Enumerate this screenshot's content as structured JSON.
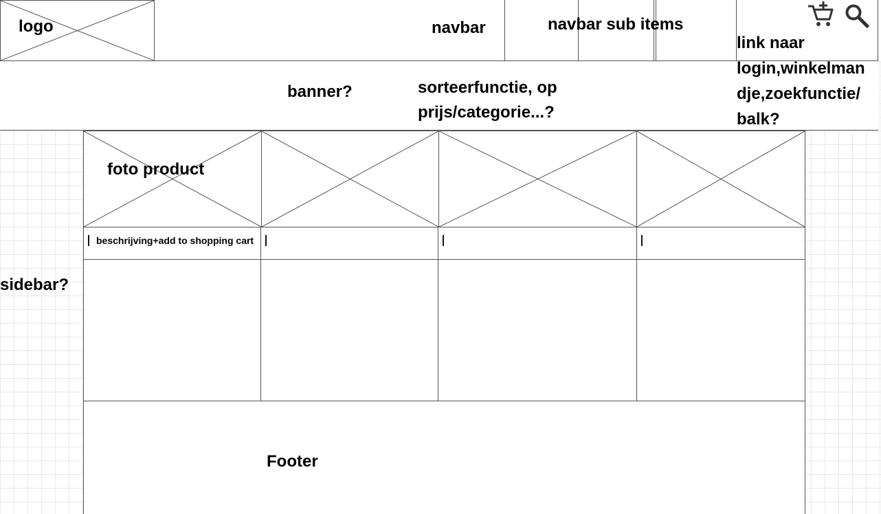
{
  "labels": {
    "logo": "logo",
    "navbar": "navbar",
    "navbar_sub_items": "navbar sub items",
    "links_note": [
      "link naar",
      "login,winkelman",
      "dje,zoekfunctie/",
      "balk?"
    ],
    "banner": "banner?",
    "sort_note": [
      "sorteerfunctie, op",
      "prijs/categorie...?"
    ],
    "product_photo": "foto product",
    "product_description": "beschrijving+add to shopping cart",
    "sidebar": "sidebar?",
    "footer": "Footer"
  },
  "icons": [
    "cart-add-icon",
    "search-icon"
  ],
  "colors": {
    "line": "#555555",
    "grid": "#e9e9e9",
    "background": "#ffffff"
  }
}
